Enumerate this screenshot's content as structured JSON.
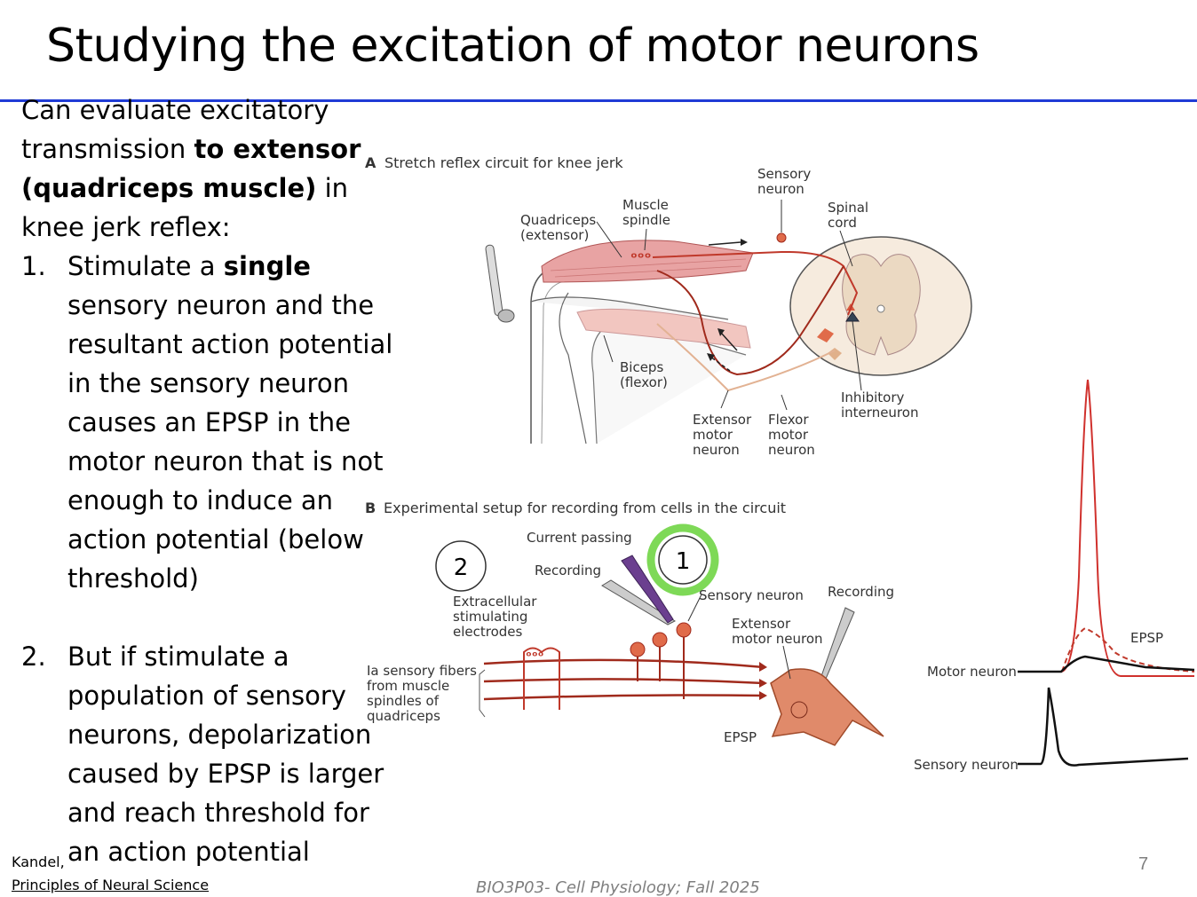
{
  "slide": {
    "title": "Studying the excitation of motor neurons",
    "intro": {
      "t1": "Can evaluate excitatory transmission ",
      "b1": "to extensor (quadriceps muscle)",
      "t2": " in knee jerk reflex:"
    },
    "items": [
      {
        "num": "1.",
        "t1": "Stimulate a ",
        "b1": "single",
        "t2": " sensory neuron and the resultant action potential in the sensory neuron causes an  EPSP in the motor neuron  that is not enough to induce an action potential (below threshold)"
      },
      {
        "num": "2.",
        "t1": "But if stimulate a population of sensory neurons, depolarization caused by EPSP is larger and reach threshold for an action potential"
      }
    ],
    "citation_author": "Kandel,",
    "citation_book": "Principles of Neural Science",
    "footer": "BIO3P03- Cell Physiology; Fall 2025",
    "page_number": "7"
  },
  "figure": {
    "panel_a": {
      "letter": "A",
      "title": "Stretch reflex circuit for knee jerk",
      "sensory_neuron": [
        "Sensory",
        "neuron"
      ],
      "muscle_spindle": [
        "Muscle",
        "spindle"
      ],
      "quadriceps": [
        "Quadriceps",
        "(extensor)"
      ],
      "spinal_cord": [
        "Spinal",
        "cord"
      ],
      "biceps": [
        "Biceps",
        "(flexor)"
      ],
      "inhibitory": [
        "Inhibitory",
        "interneuron"
      ],
      "extensor_motor": [
        "Extensor",
        "motor",
        "neuron"
      ],
      "flexor_motor": [
        "Flexor",
        "motor",
        "neuron"
      ]
    },
    "panel_b": {
      "letter": "B",
      "title": "Experimental setup for recording from cells in the circuit",
      "current_passing": "Current passing",
      "recording_left": "Recording",
      "recording_right": "Recording",
      "sensory_neuron": "Sensory neuron",
      "extensor_motor": [
        "Extensor",
        "motor neuron"
      ],
      "extracellular": [
        "Extracellular",
        "stimulating",
        "electrodes"
      ],
      "ia_fibers": [
        "Ia sensory fibers",
        "from muscle",
        "spindles of",
        "quadriceps"
      ],
      "epsp": "EPSP"
    },
    "traces": {
      "epsp": "EPSP",
      "motor_neuron": "Motor neuron",
      "sensory_neuron": "Sensory neuron"
    },
    "markers": {
      "one": "1",
      "two": "2"
    },
    "colors": {
      "accent_rule": "#1f3bd6",
      "neuron_red": "#c0392b",
      "highlight_green": "#7ed957"
    }
  }
}
